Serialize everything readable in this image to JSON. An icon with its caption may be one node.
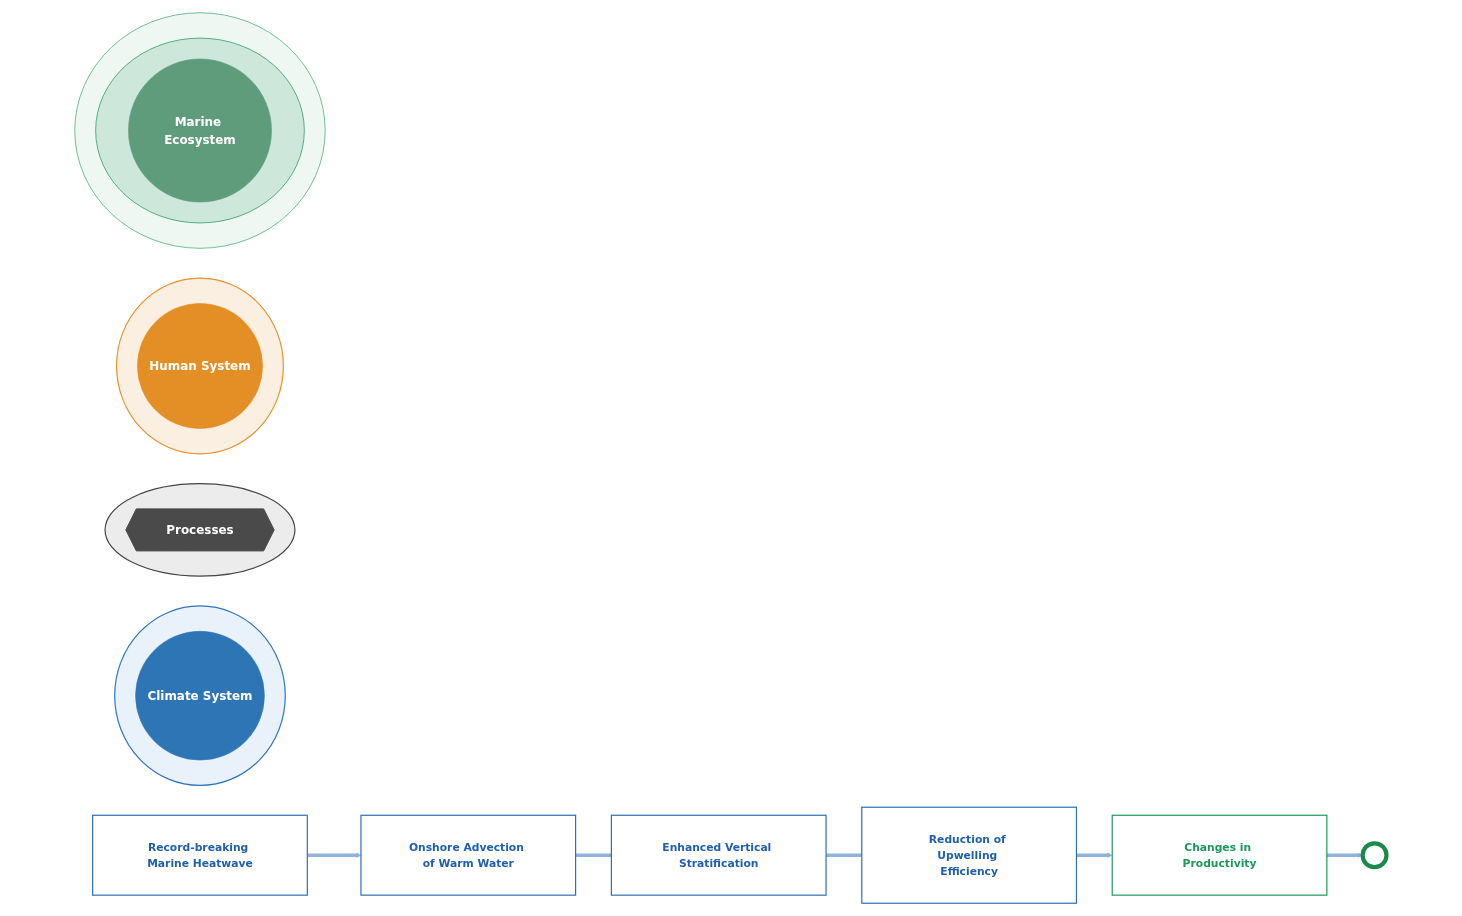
{
  "diagram": {
    "nodes": [
      {
        "text": [],
        "shape": "ellipse"
      },
      {
        "text": [
          "Climate System"
        ],
        "in": 0
      },
      {
        "text": [
          "Record-breaking Marine Heatwave"
        ]
      },
      {
        "text": [
          "Onshore Advection of Warm Water"
        ]
      },
      {
        "text": [],
        "shape": "ellipse"
      },
      {
        "text": [
          "Processes"
        ],
        "in": 4
      },
      {
        "text": [
          "Enhanced Vertical Stratification"
        ]
      },
      {
        "text": [
          "Reduction of Upwelling Efficiency"
        ]
      },
      {
        "text": [],
        "shape": "ellipse"
      },
      {
        "text": [
          "Human System"
        ],
        "in": 8
      },
      {
        "text": [],
        "shape": "ellipse"
      },
      {
        "text": [],
        "shape": "ellipse",
        "in": 10
      },
      {
        "text": [
          "Marine Ecosystem"
        ],
        "in": 11
      },
      {
        "text": [
          "Changes in Productivity"
        ]
      },
      {
        "text": [],
        "shape": "circle"
      }
    ],
    "edges": [
      {
        "from": 2,
        "to": 3,
        "arrow": "to"
      },
      {
        "from": 3,
        "to": 6,
        "arrow": "none"
      },
      {
        "from": 6,
        "to": 7,
        "arrow": "none"
      },
      {
        "from": 7,
        "to": 13,
        "arrow": "to"
      },
      {
        "from": 13,
        "to": 14,
        "arrow": "to"
      }
    ]
  }
}
